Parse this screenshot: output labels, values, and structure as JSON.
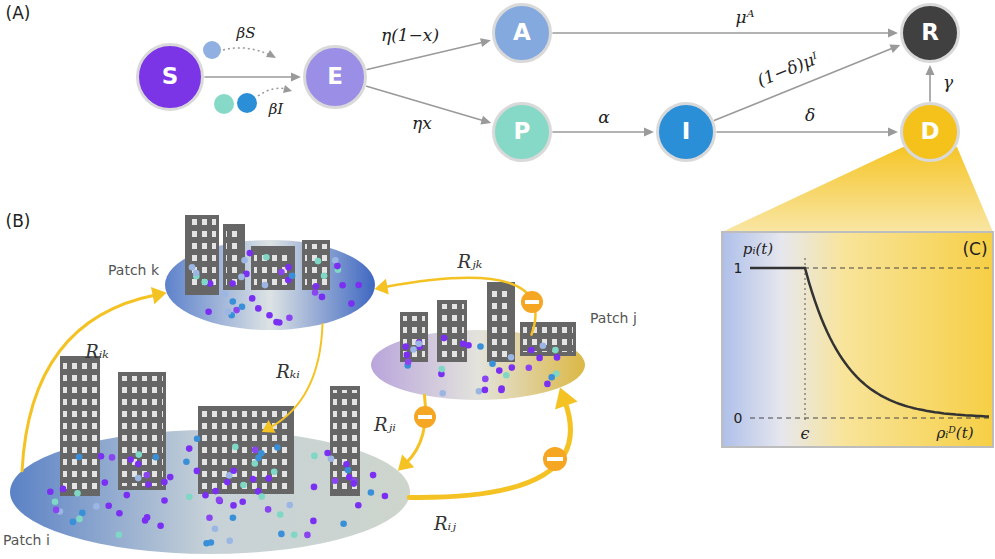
{
  "diagram": {
    "nodes": [
      {
        "text": [
          "S"
        ]
      },
      {
        "text": [
          "E"
        ]
      },
      {
        "text": [
          "A"
        ]
      },
      {
        "text": [
          "P"
        ]
      },
      {
        "text": [
          "I"
        ]
      },
      {
        "text": [
          "R"
        ]
      },
      {
        "text": [
          "D"
        ]
      },
      {
        "text": [
          "Patch k"
        ]
      },
      {
        "text": [
          "Patch j"
        ]
      },
      {
        "text": [
          "Patch i"
        ]
      }
    ],
    "edges": [
      {
        "from": 0,
        "to": 1,
        "arrow": "to"
      },
      {
        "from": 1,
        "to": 2,
        "label": "η(1−x)",
        "arrow": "to"
      },
      {
        "from": 1,
        "to": 3,
        "label": "ηx",
        "arrow": "to"
      },
      {
        "from": 2,
        "to": 5,
        "label": "μᴬ",
        "arrow": "to"
      },
      {
        "from": 3,
        "to": 4,
        "label": "α",
        "arrow": "to"
      },
      {
        "from": 4,
        "to": 5,
        "label": "(1−δ)μᴵ",
        "arrow": "to"
      },
      {
        "from": 4,
        "to": 6,
        "label": "δ",
        "arrow": "to"
      },
      {
        "from": 6,
        "to": 5,
        "label": "γ",
        "arrow": "to"
      },
      {
        "from": 9,
        "to": 7,
        "label": "Rᵢₖ",
        "arrow": "to"
      },
      {
        "from": 7,
        "to": 9,
        "label": "Rₖᵢ",
        "arrow": "to"
      },
      {
        "from": 8,
        "to": 7,
        "label": "Rⱼₖ",
        "arrow": "to"
      },
      {
        "from": 8,
        "to": 9,
        "label": "Rⱼᵢ",
        "arrow": "to"
      },
      {
        "from": 9,
        "to": 8,
        "label": "Rᵢⱼ",
        "arrow": "to"
      }
    ],
    "labels": [
      "(A)",
      "(B)",
      "(C)",
      "βS",
      "βI",
      "pᵢ(t)",
      "1",
      "0",
      "ϵ",
      "ρᵢᴰ(t)"
    ]
  }
}
